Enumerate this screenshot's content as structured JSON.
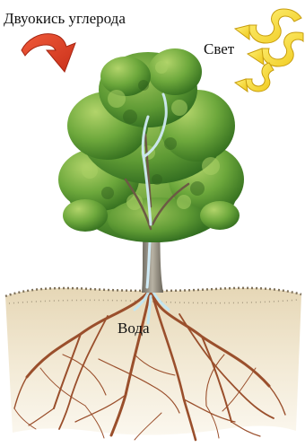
{
  "labels": {
    "carbon_dioxide": "Двуокись углерода",
    "light": "Свет",
    "water": "Вода"
  },
  "colors": {
    "co2_arrow": "#e03a1e",
    "light_arrow": "#f3d81c",
    "water_flow": "#bfe7f6",
    "soil": "#efe4c8",
    "roots": "#9a4f2c",
    "foliage": "#4a8a2a",
    "trunk": "#8f8a7e"
  },
  "icons": {
    "co2": "curved-arrow-icon",
    "light": "wavy-arrow-icon"
  }
}
